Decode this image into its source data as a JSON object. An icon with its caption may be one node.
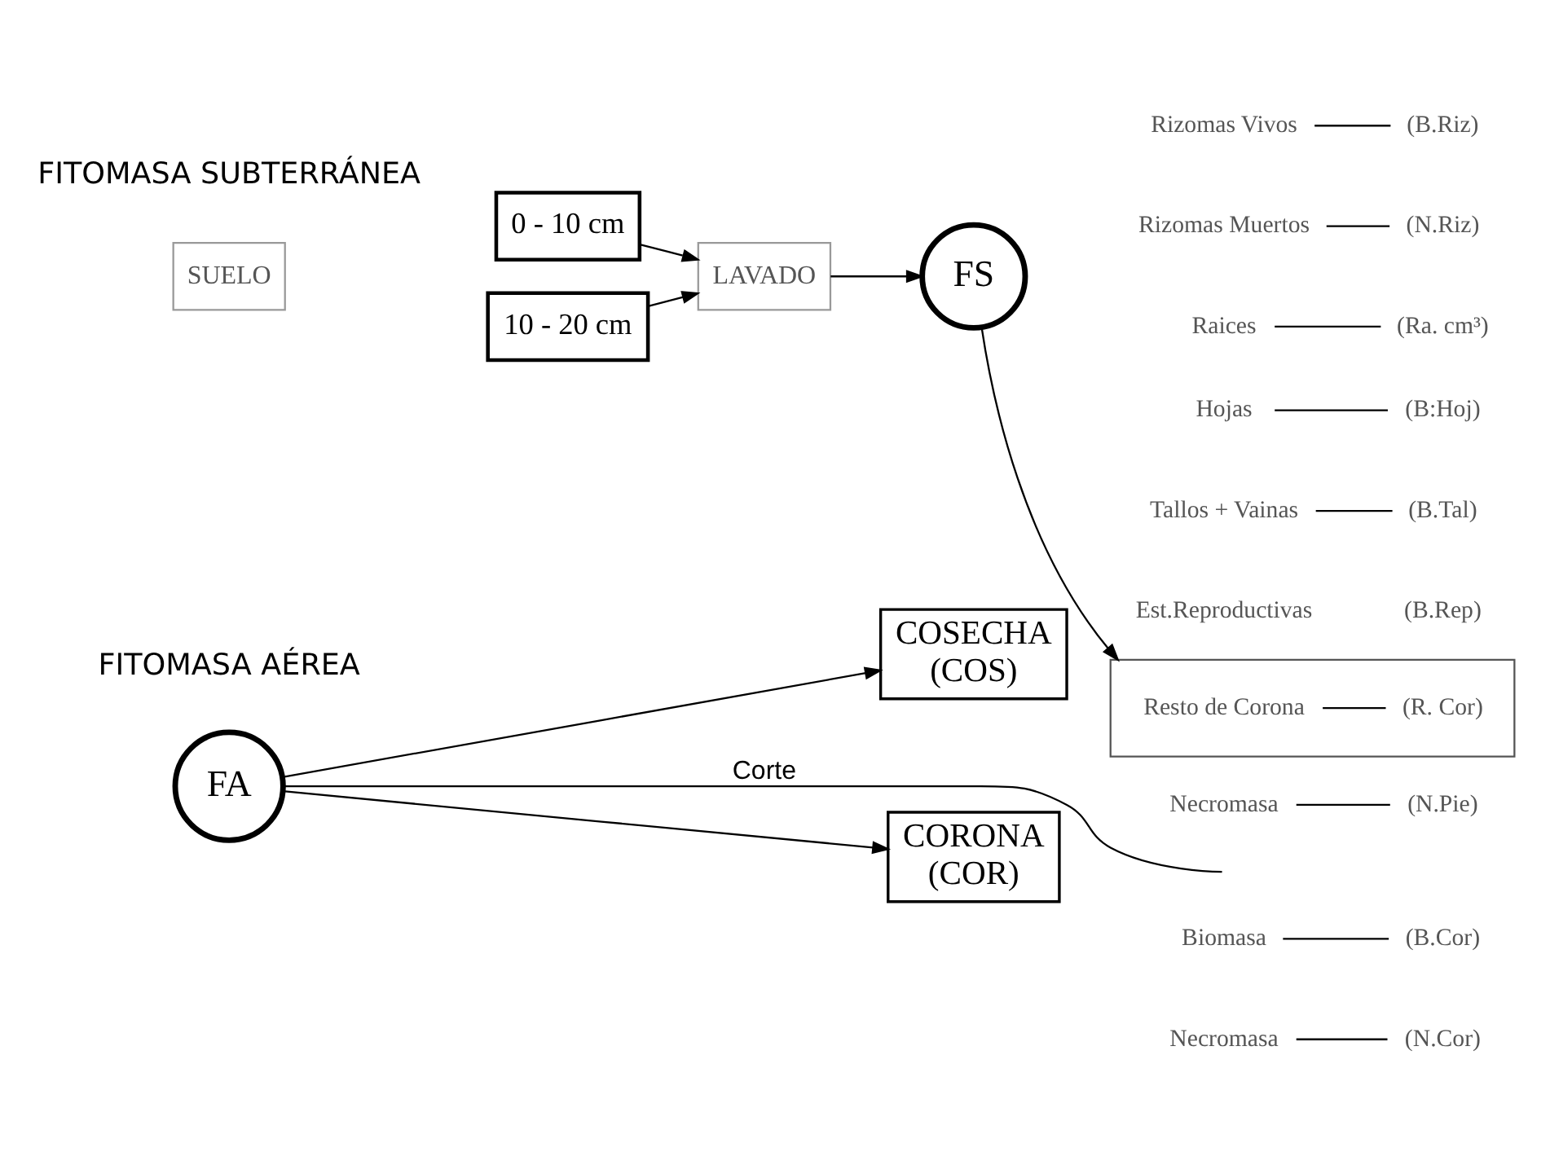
{
  "diagram": {
    "nodes": [
      {
        "text": [
          "FA"
        ]
      },
      {
        "text": [
          "COSECHA",
          "(COS)"
        ]
      },
      {
        "text": [
          "Hojas"
        ]
      },
      {
        "text": [
          "(B:Hoj)"
        ]
      },
      {
        "text": [
          "Tallos + Vainas"
        ]
      },
      {
        "text": [
          "(B.Tal)"
        ]
      },
      {
        "text": [
          "Est.Reproductivas"
        ]
      },
      {
        "text": [
          "(B.Rep)"
        ]
      },
      {
        "text": [
          "Necromasa"
        ]
      },
      {
        "text": [
          "(N.Pie)"
        ]
      },
      {
        "text": [
          "CORONA",
          "(COR)"
        ]
      },
      {
        "text": [
          "Biomasa"
        ]
      },
      {
        "text": [
          "(B.Cor)"
        ]
      },
      {
        "text": [
          "Necromasa"
        ]
      },
      {
        "text": [
          "(N.Cor)"
        ]
      },
      {
        "text": [],
        "shape": "box"
      },
      {
        "text": [
          "Resto de Corona"
        ],
        "in": 15
      },
      {
        "text": [
          "(R. Cor)"
        ],
        "in": 15
      },
      {
        "text": [
          "SUELO"
        ]
      },
      {
        "text": [
          "0 - 10 cm"
        ]
      },
      {
        "text": [
          "10 - 20 cm"
        ]
      },
      {
        "text": [
          "LAVADO"
        ]
      },
      {
        "text": [
          "FS"
        ]
      },
      {
        "text": [
          "Rizomas Vivos"
        ]
      },
      {
        "text": [
          "(B.Riz)"
        ]
      },
      {
        "text": [
          "Rizomas Muertos"
        ]
      },
      {
        "text": [
          "(N.Riz)"
        ]
      },
      {
        "text": [
          "Raices"
        ]
      },
      {
        "text": [
          "(Ra. cm³)"
        ]
      }
    ],
    "edges": [
      {
        "from": 0,
        "to": 1,
        "arrow": "to"
      },
      {
        "from": 0,
        "to": 10,
        "arrow": "to"
      },
      {
        "from": 0,
        "to": null,
        "arrow": "none",
        "label": "Corte"
      },
      {
        "from": 2,
        "to": 3,
        "arrow": "none"
      },
      {
        "from": 4,
        "to": 5,
        "arrow": "none"
      },
      {
        "from": 8,
        "to": 9,
        "arrow": "none"
      },
      {
        "from": 11,
        "to": 12,
        "arrow": "none"
      },
      {
        "from": 13,
        "to": 14,
        "arrow": "none"
      },
      {
        "from": 16,
        "to": 17,
        "arrow": "none"
      },
      {
        "from": 19,
        "to": 21,
        "arrow": "to"
      },
      {
        "from": 20,
        "to": 21,
        "arrow": "to"
      },
      {
        "from": 21,
        "to": 22,
        "arrow": "to"
      },
      {
        "from": 22,
        "to": 15,
        "arrow": "to"
      },
      {
        "from": 23,
        "to": 24,
        "arrow": "none"
      },
      {
        "from": 25,
        "to": 26,
        "arrow": "none"
      },
      {
        "from": 27,
        "to": 28,
        "arrow": "none"
      }
    ],
    "labels": [
      "FITOMASA AÉREA",
      "FITOMASA SUBTERRÁNEA"
    ]
  }
}
